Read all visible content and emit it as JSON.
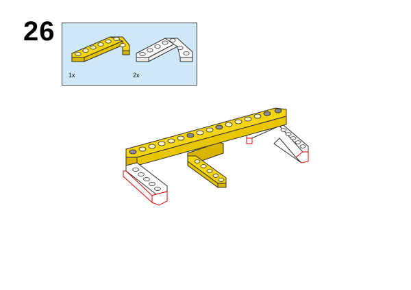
{
  "step": {
    "number": "26"
  },
  "parts_list": {
    "items": [
      {
        "quantity": "1x",
        "color": "yellow",
        "hex": "#f5d510",
        "icon": "angled-beam-yellow-icon"
      },
      {
        "quantity": "2x",
        "color": "white",
        "hex": "#ffffff",
        "icon": "angled-beam-white-icon"
      }
    ],
    "background": "#cfe8f7"
  },
  "assembly": {
    "icon": "assembled-model-icon",
    "colors": {
      "yellow": "#f5d510",
      "yellow_shadow": "#d9b400",
      "white": "#ffffff",
      "outline": "#2b2b2b",
      "edge_red": "#d80000",
      "axle_grey": "#6b6b6b"
    }
  }
}
